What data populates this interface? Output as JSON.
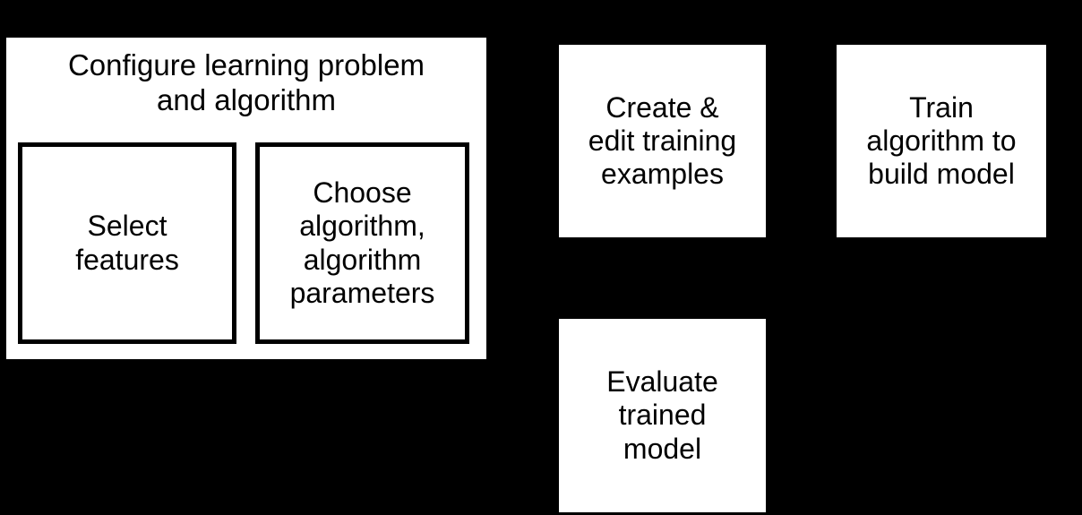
{
  "diagram": {
    "background_color": "#000000",
    "box_fill_color": "#ffffff",
    "box_border_color": "#000000",
    "text_color": "#000000",
    "panels": {
      "configure": {
        "title": "Configure learning problem\nand algorithm",
        "children": {
          "select_features": "Select\nfeatures",
          "choose_algorithm": "Choose\nalgorithm,\nalgorithm\nparameters"
        }
      }
    },
    "nodes": {
      "create_edit_examples": "Create &\nedit training\nexamples",
      "train_algorithm": "Train\nalgorithm to\nbuild model",
      "evaluate_model": "Evaluate\ntrained\nmodel"
    }
  }
}
